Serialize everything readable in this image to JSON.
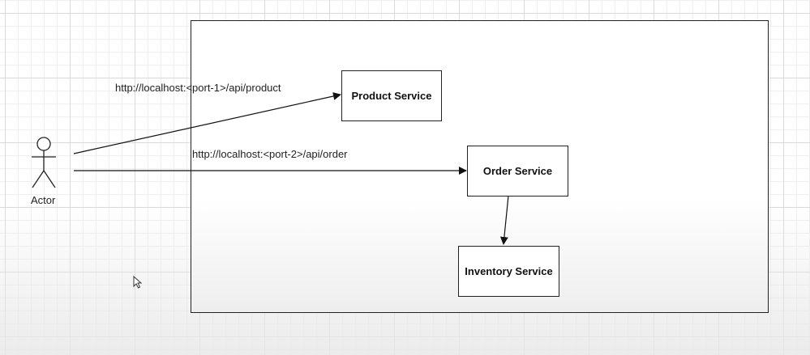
{
  "actor": {
    "label": "Actor",
    "icon": "stick-figure-icon"
  },
  "services": {
    "product": "Product Service",
    "order": "Order Service",
    "inventory": "Inventory Service"
  },
  "edges": {
    "product_url": "http://localhost:<port-1>/api/product",
    "order_url": "http://localhost:<port-2>/api/order"
  },
  "colors": {
    "line": "#222222",
    "grid": "#d9d9d9",
    "background": "#ffffff"
  }
}
